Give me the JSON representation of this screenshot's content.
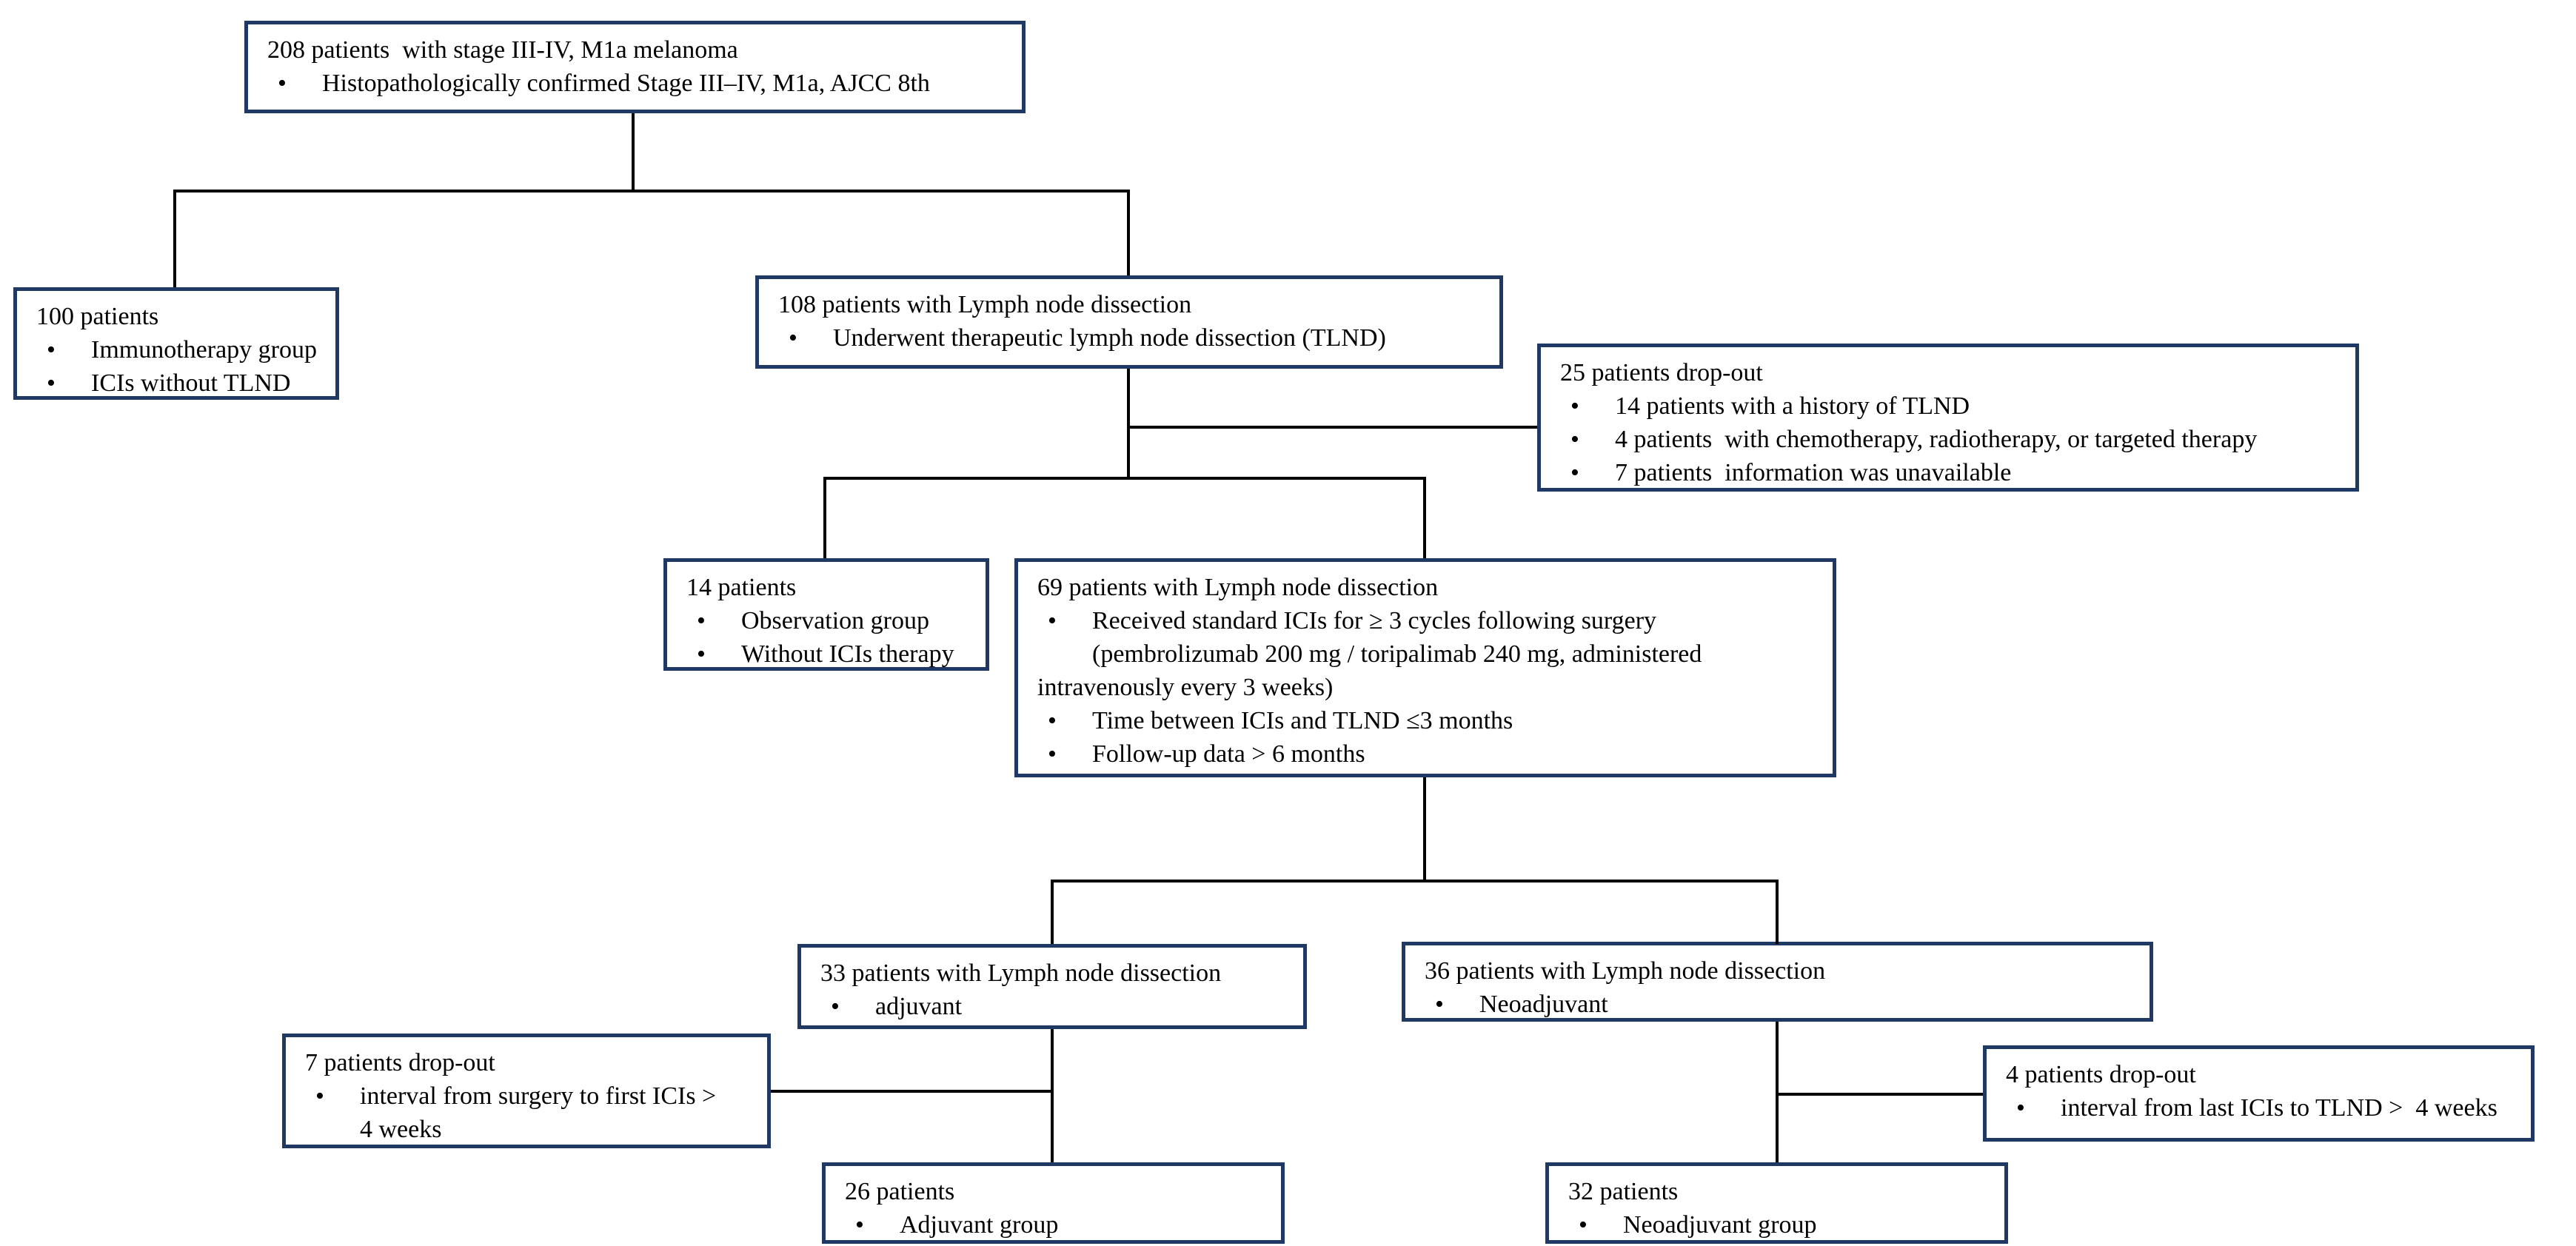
{
  "title": "Patient enrollment flowchart",
  "colors": {
    "box_border": "#1f3864",
    "connector": "#000000",
    "background": "#ffffff",
    "text": "#000000"
  },
  "glyphs": {
    "bullet": "•"
  },
  "boxes": [
    {
      "name": "enrollment-208",
      "lines": [
        {
          "type": "title",
          "text": "208 patients  with stage III-IV, M1a melanoma"
        },
        {
          "type": "bullet",
          "text": "Histopathologically confirmed Stage III–IV, M1a, AJCC 8th"
        }
      ]
    },
    {
      "name": "immunotherapy-100",
      "lines": [
        {
          "type": "title",
          "text": "100 patients"
        },
        {
          "type": "bullet",
          "text": "Immunotherapy group"
        },
        {
          "type": "bullet",
          "text": "ICIs without TLND"
        }
      ]
    },
    {
      "name": "tlnd-108",
      "lines": [
        {
          "type": "title",
          "text": "108 patients with Lymph node dissection"
        },
        {
          "type": "bullet",
          "text": "Underwent therapeutic lymph node dissection (TLND)"
        }
      ]
    },
    {
      "name": "dropout-25",
      "lines": [
        {
          "type": "title",
          "text": "25 patients drop-out"
        },
        {
          "type": "bullet",
          "text": "14 patients with a history of TLND"
        },
        {
          "type": "bullet",
          "text": "4 patients  with chemotherapy, radiotherapy, or targeted therapy"
        },
        {
          "type": "bullet",
          "text": "7 patients  information was unavailable"
        }
      ]
    },
    {
      "name": "observation-14",
      "lines": [
        {
          "type": "title",
          "text": "14 patients"
        },
        {
          "type": "bullet",
          "text": "Observation group"
        },
        {
          "type": "bullet",
          "text": "Without ICIs therapy"
        }
      ]
    },
    {
      "name": "ici-69",
      "lines": [
        {
          "type": "title",
          "text": "69 patients with Lymph node dissection"
        },
        {
          "type": "bullet",
          "text": "Received standard ICIs for ≥ 3 cycles following surgery"
        },
        {
          "type": "indent",
          "text": "(pembrolizumab 200 mg / toripalimab 240 mg, administered"
        },
        {
          "type": "plain",
          "text": "intravenously every 3 weeks)"
        },
        {
          "type": "bullet",
          "text": "Time between ICIs and TLND ≤3 months"
        },
        {
          "type": "bullet",
          "text": "Follow-up data > 6 months"
        }
      ]
    },
    {
      "name": "adjuvant-33",
      "lines": [
        {
          "type": "title",
          "text": "33 patients with Lymph node dissection"
        },
        {
          "type": "bullet",
          "text": "adjuvant"
        }
      ]
    },
    {
      "name": "neoadjuvant-36",
      "lines": [
        {
          "type": "title",
          "text": "36 patients with Lymph node dissection"
        },
        {
          "type": "bullet",
          "text": "Neoadjuvant"
        }
      ]
    },
    {
      "name": "dropout-7",
      "lines": [
        {
          "type": "title",
          "text": "7 patients drop-out"
        },
        {
          "type": "bullet",
          "text": "interval from surgery to first ICIs >"
        },
        {
          "type": "indent",
          "text": "4 weeks"
        }
      ]
    },
    {
      "name": "dropout-4",
      "lines": [
        {
          "type": "title",
          "text": "4 patients drop-out"
        },
        {
          "type": "bullet",
          "text": "interval from last ICIs to TLND >  4 weeks"
        }
      ]
    },
    {
      "name": "adjuvant-group-26",
      "lines": [
        {
          "type": "title",
          "text": "26 patients"
        },
        {
          "type": "bullet",
          "text": "Adjuvant group"
        }
      ]
    },
    {
      "name": "neoadjuvant-group-32",
      "lines": [
        {
          "type": "title",
          "text": "32 patients"
        },
        {
          "type": "bullet",
          "text": "Neoadjuvant group"
        }
      ]
    }
  ]
}
